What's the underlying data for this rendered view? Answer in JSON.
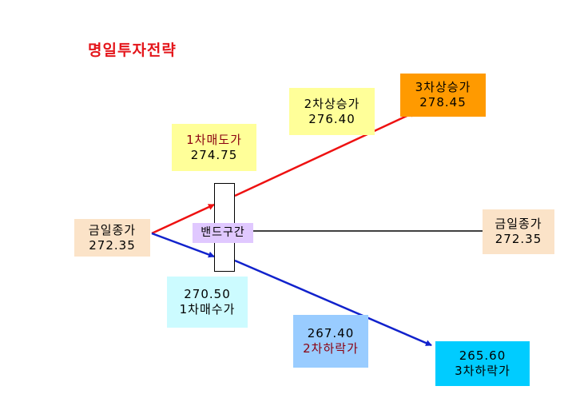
{
  "title": "명일투자전략",
  "boxes": {
    "close_left": {
      "label": "금일종가",
      "value": "272.35"
    },
    "close_right": {
      "label": "금일종가",
      "value": "272.35"
    },
    "sell1": {
      "label": "1차매도가",
      "value": "274.75"
    },
    "rise2": {
      "label": "2차상승가",
      "value": "276.40"
    },
    "rise3": {
      "label": "3차상승가",
      "value": "278.45"
    },
    "buy1": {
      "label": "1차매수가",
      "value": "270.50"
    },
    "fall2": {
      "label": "2차하락가",
      "value": "267.40"
    },
    "fall3": {
      "label": "3차하락가",
      "value": "265.60"
    },
    "band": {
      "label": "밴드구간"
    }
  },
  "colors": {
    "title": "#e4161b",
    "up_arrow": "#ee1111",
    "down_arrow": "#1122cc",
    "peach": "#fbe3c8",
    "yellow": "#ffff99",
    "orange": "#ff9a00",
    "lightcyan": "#ccfbff",
    "lightblue": "#99ccff",
    "cyan": "#00ccff",
    "lavender": "#e0c8ff"
  }
}
